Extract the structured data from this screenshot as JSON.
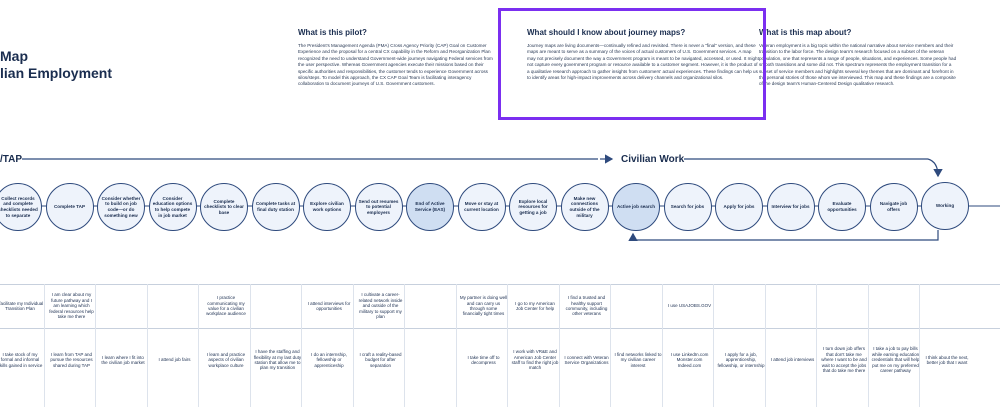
{
  "title": {
    "line1": "Map",
    "line2": "lian Employment"
  },
  "intro": [
    {
      "heading": "What is this pilot?",
      "body": "The President's Management Agenda (PMA) Cross Agency Priority (CAP) Goal on Customer Experience and the proposal for a central CX capability in the Reform and Reorganization Plan recognized the need to understand Government-wide journeys navigating Federal services from the user perspective. Whereas Government agencies execute their missions based on their specific authorities and responsibilities, the customer tends to experience Government across silos/steps. To model this approach, the CX CAP Goal Team is facilitating interagency collaboration to document journeys of U.S. Government customers."
    },
    {
      "heading": "What should I know about journey maps?",
      "body": "Journey maps are living documents—continually refined and revisited. There is never a \"final\" version, and these maps are meant to serve as a summary of the voices of actual customers of U.S. Government services. A map may not precisely document the way a Government program is meant to be navigated, accessed, or used. It might not capture every government program or resource available to a customer segment. However, it is the product of a qualitative research approach to gather insights from customers' actual experiences. These findings can help us to identify areas for high-impact improvements across delivery channels and organizational silos."
    },
    {
      "heading": "What is this map about?",
      "body": "Veteran employment is a big topic within the national narrative about service members and their transition to the labor force. The design team's research focused on a subset of the veteran population, one that represents a range of people, situations, and experiences. Some people had smooth transitions and some did not. This spectrum represents the employment transition for a subset of service members and highlights several key themes that are dominant and forefront in the personal stories of those whom we interviewed. This map and these findings are a composite of the design team's Human-Centered Design qualitative research."
    }
  ],
  "phases": {
    "left": "/TAP",
    "right": "Civilian Work"
  },
  "steps": [
    "Collect records and complete checklists needed to separate",
    "Complete TAP",
    "Consider whether to build on job code—or do something new",
    "Consider education options to help compete in job market",
    "Complete checklists to clear base",
    "Complete tasks at final duty station",
    "Explore civilian work options",
    "Send out resumes to potential employers",
    "End of Active Service (EAS)",
    "Move or stay at current location",
    "Explore local resources for getting a job",
    "Make new connections outside of the military",
    "Active job search",
    "Search for jobs",
    "Apply for jobs",
    "Interview for jobs",
    "Evaluate opportunities",
    "Navigate job offers",
    "Working"
  ],
  "row1": [
    "I facilitate my Individual Transition Plan",
    "I am clear about my future pathway and I am learning which federal resources help take me there",
    "",
    "",
    "I practice communicating my value for a civilian workplace audience",
    "",
    "I attend interviews for opportunities",
    "I cultivate a career-related network inside and outside of the military to support my plan",
    "",
    "My partner is doing well and can carry us through some financially tight times",
    "I go to my American Job Center for help",
    "I find a trusted and healthy support community, including other veterans",
    "",
    "I use USAJOBS.GOV",
    "",
    "",
    "",
    "",
    ""
  ],
  "row2": [
    "I take stock of my formal and informal skills gained in service",
    "I learn from TAP and pursue the resources shared during TAP",
    "I learn where I fit into the civilian job market",
    "I attend job fairs",
    "I learn and practice aspects of civilian workplace culture",
    "I have the staffing and flexibility at my last duty station that allow me to plan my transition",
    "I do an internship, fellowship or apprenticeship",
    "I craft a reality-based budget for after separation",
    "",
    "I take time off to decompress",
    "I work with VR&E and American Job Center staff to find the right job match",
    "I connect with Veteran Service Organizations",
    "I find networks linked to my civilian career interest",
    "I use LinkedIn.com Monster.com Indeed.com",
    "I apply for a job, apprenticeship, fellowship, or internship",
    "I attend job interviews",
    "I turn down job offers that don't take me where I want to be and wait to accept the jobs that do take me there",
    "I take a job to pay bills while earning education credentials that will help put me on my preferred career pathway",
    "I think about the next, better job that I want"
  ]
}
